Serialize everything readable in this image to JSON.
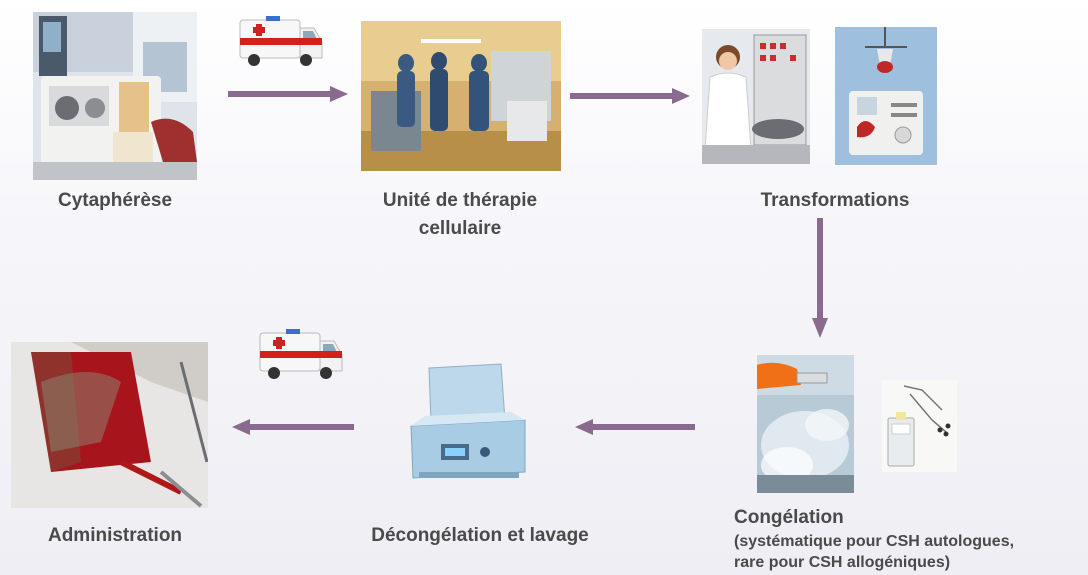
{
  "steps": {
    "cytapherese": "Cytaphérèse",
    "unite_line1": "Unité de thérapie",
    "unite_line2": "cellulaire",
    "transformations": "Transformations",
    "congelation": "Congélation",
    "congelation_note_line1": "(systématique pour CSH autologues,",
    "congelation_note_line2": "rare pour CSH allogéniques)",
    "decongelation": "Décongélation et lavage",
    "administration": "Administration"
  },
  "icons": {
    "transport": "ambulance-icon"
  },
  "colors": {
    "arrow": "#8a6a8e",
    "label": "#4a4a4a"
  }
}
